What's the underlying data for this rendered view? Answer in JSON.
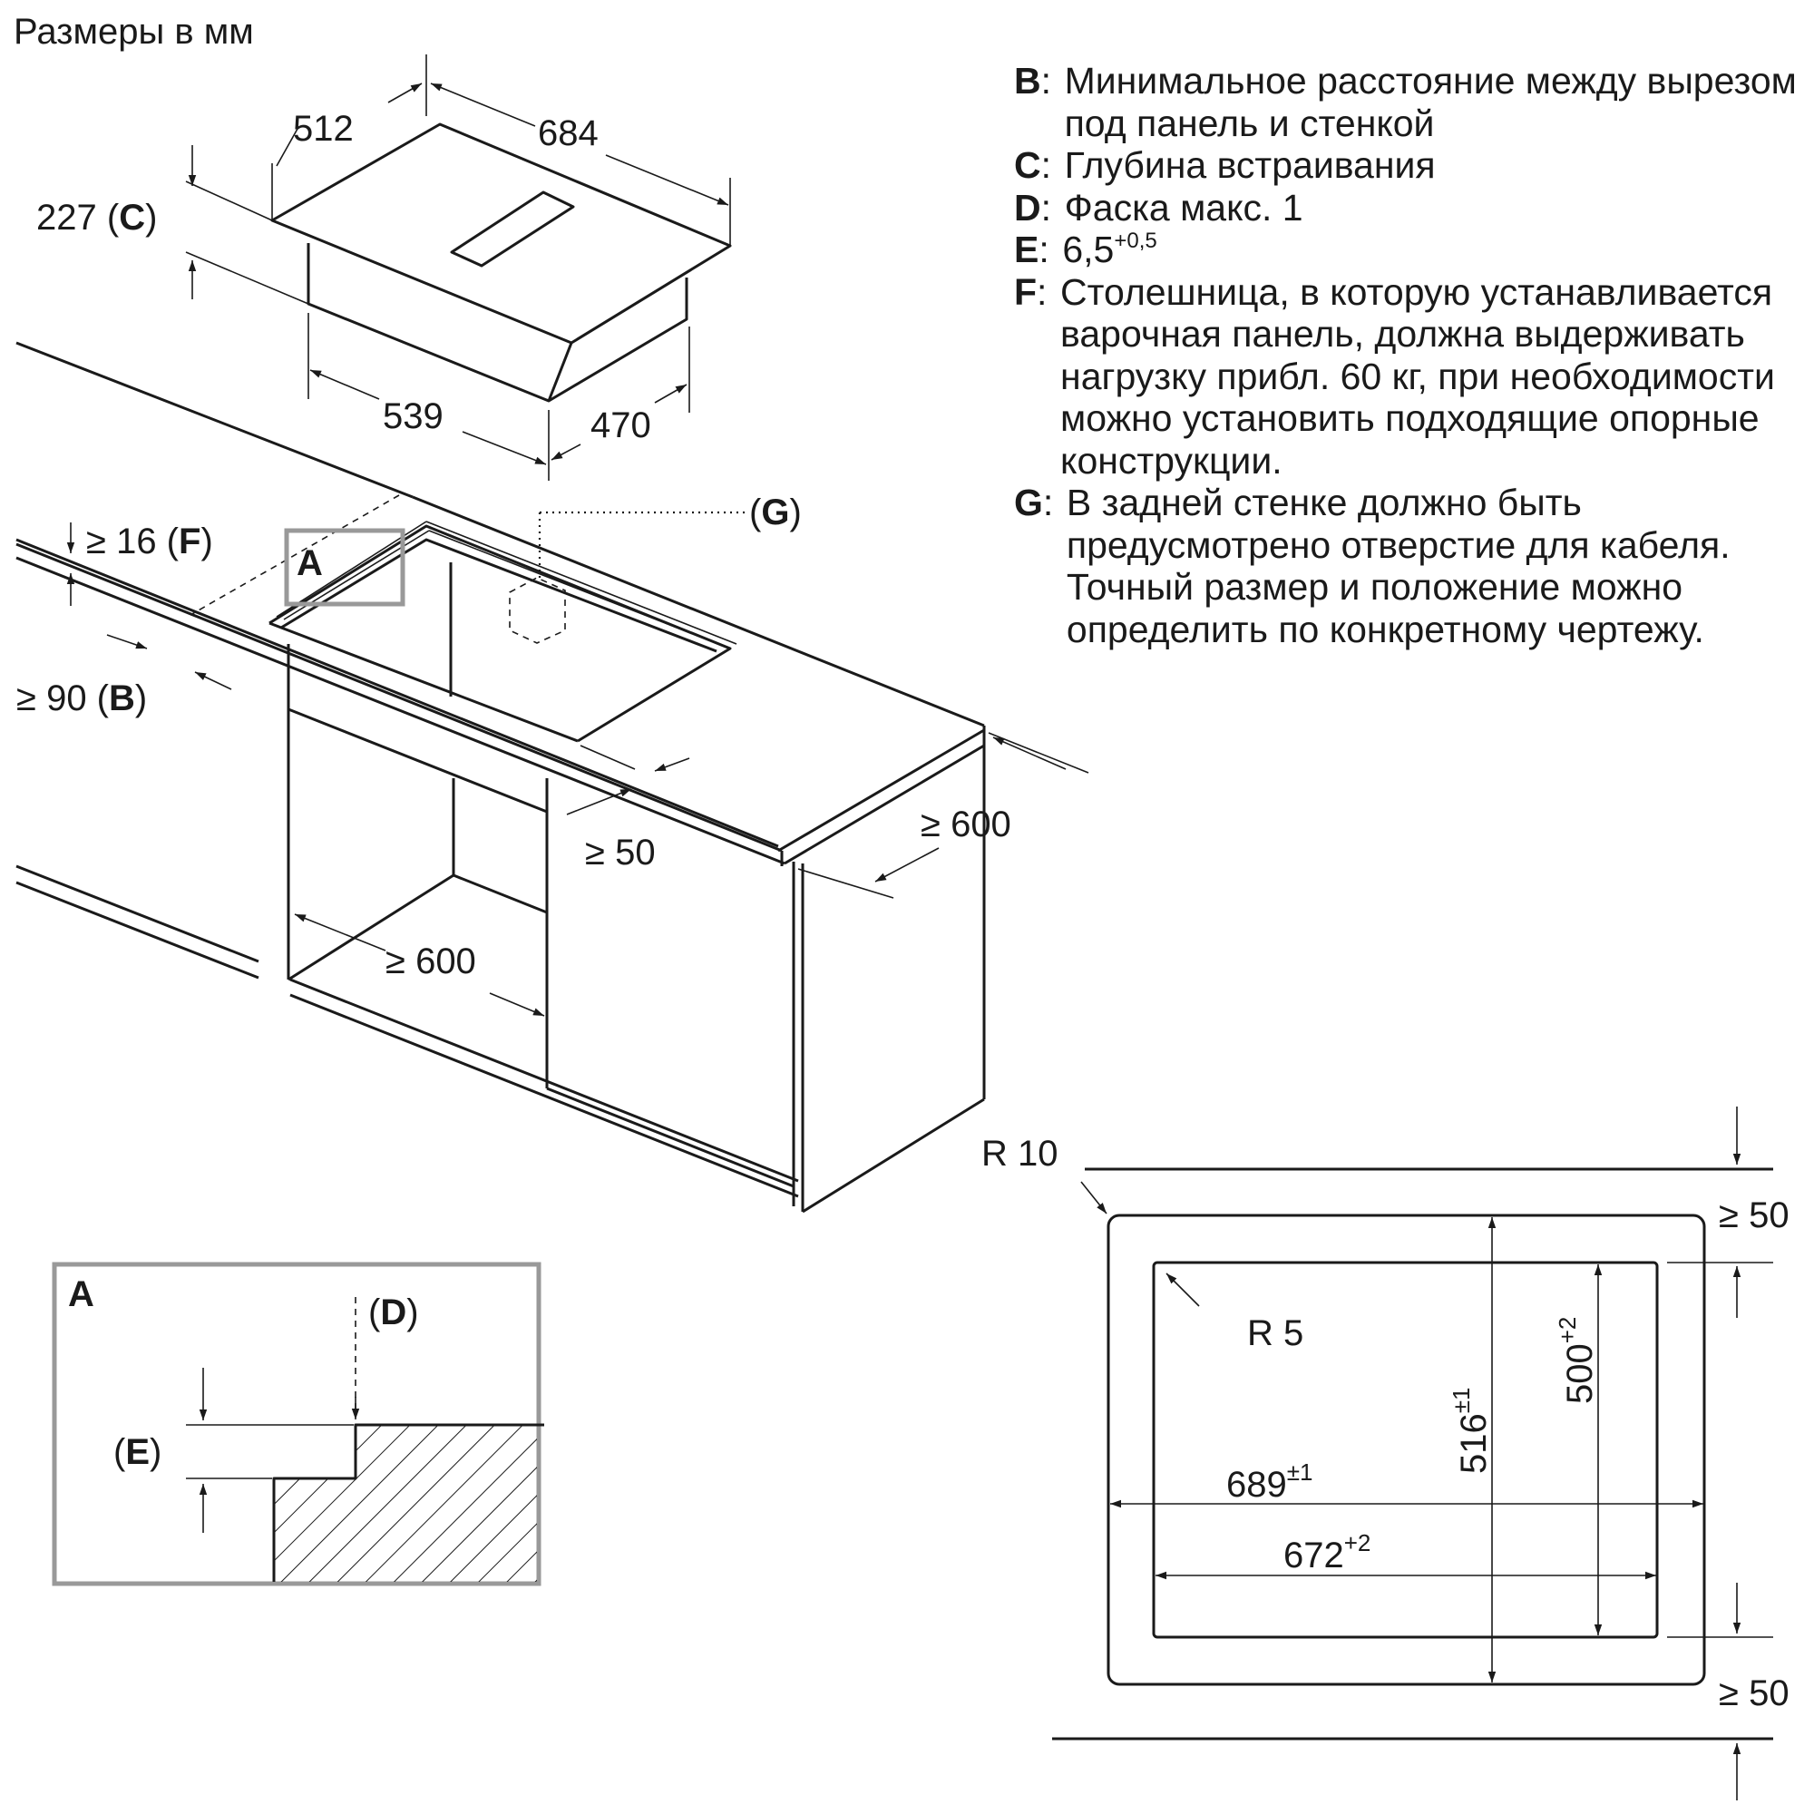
{
  "units_caption": "Размеры в мм",
  "legend": [
    {
      "key": "B",
      "text": "Минимальное расстояние между вырезом под панель и стенкой"
    },
    {
      "key": "C",
      "text": "Глубина встраивания"
    },
    {
      "key": "D",
      "text": "Фаска макс. 1"
    },
    {
      "key": "E",
      "text": "6,5",
      "sup": "+0,5"
    },
    {
      "key": "F",
      "text": "Столешница, в которую устанавливается варочная панель, должна выдерживать нагрузку прибл. 60 кг, при необходимости можно установить подходящие опорные конструкции."
    },
    {
      "key": "G",
      "text": "В задней стенке должно быть предусмотрено отверстие для кабеля. Точный размер и положение можно определить по конкретному чертежу."
    }
  ],
  "hob": {
    "width_label": "512",
    "length_label": "684",
    "depth_label": "227",
    "depth_key": "C",
    "body_length_label": "539",
    "body_width_label": "470"
  },
  "cabinet": {
    "thickness_label": "≥ 16",
    "thickness_key": "F",
    "wall_gap_label": "≥ 90",
    "wall_gap_key": "B",
    "front_gap_label": "≥ 50",
    "depth_label": "≥ 600",
    "inner_width_label": "≥ 600",
    "cable_key": "G",
    "detail_marker": "A"
  },
  "detail_a": {
    "title": "A",
    "chamfer_key": "D",
    "step_key": "E"
  },
  "cutout": {
    "outer_radius_label": "R 10",
    "inner_radius_label": "R 5",
    "outer_width": "689",
    "outer_width_tol": "±1",
    "inner_width": "672",
    "inner_width_tol": "+2",
    "outer_depth": "516",
    "outer_depth_tol": "±1",
    "inner_depth": "500",
    "inner_depth_tol": "+2",
    "top_gap_label": "≥ 50",
    "bottom_gap_label": "≥ 50"
  }
}
